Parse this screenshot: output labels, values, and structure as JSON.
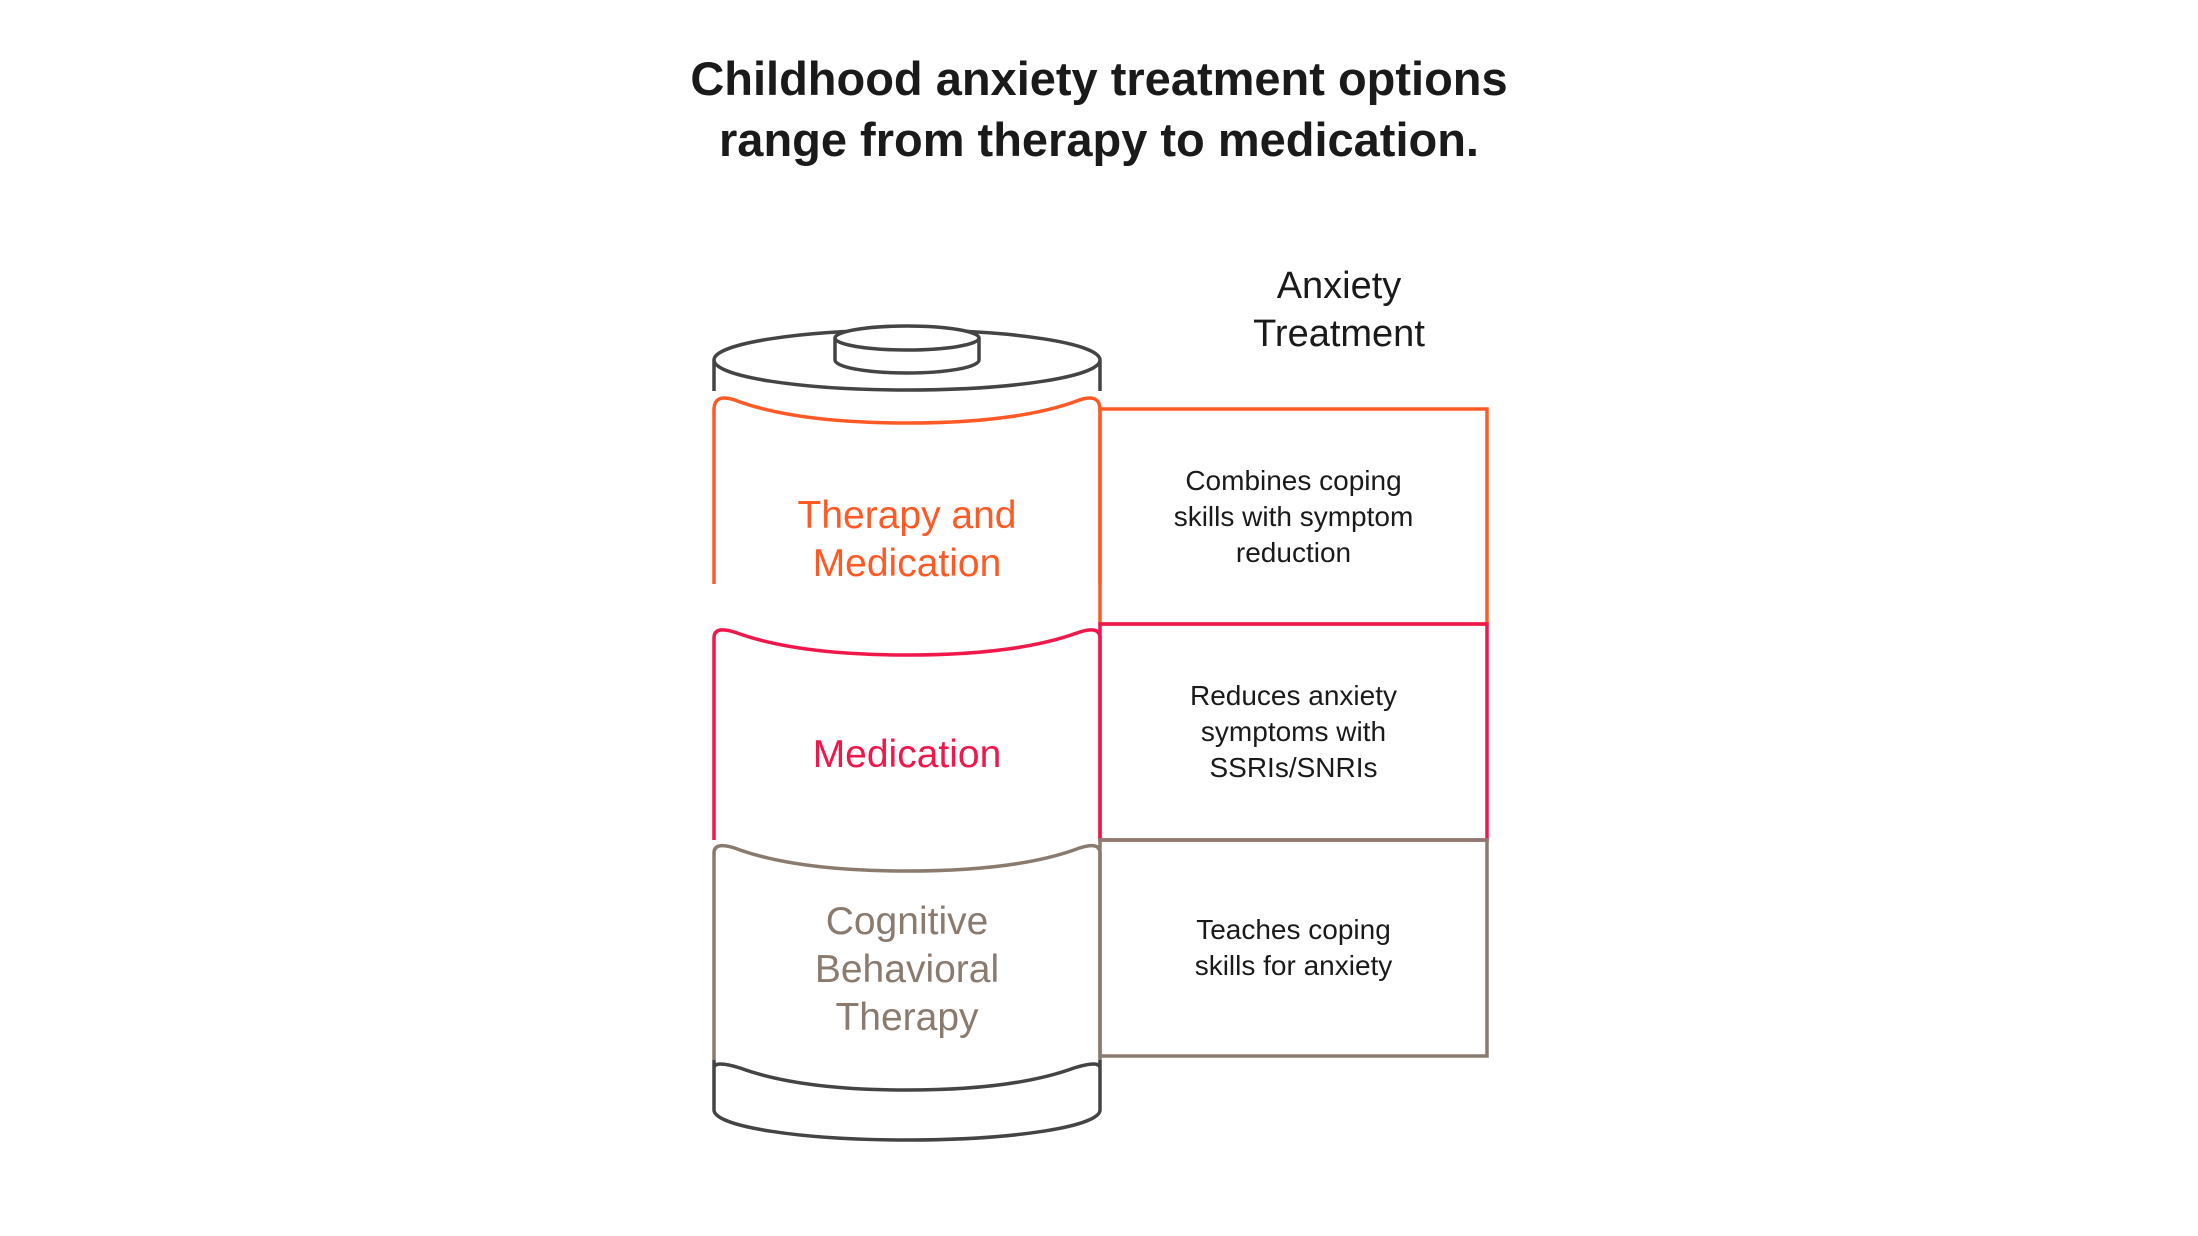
{
  "title": {
    "line1": "Childhood anxiety treatment options",
    "line2": "range from therapy to medication."
  },
  "heading": {
    "line1": "Anxiety",
    "line2": "Treatment"
  },
  "colors": {
    "outline": "#444444",
    "therapy_medication": "#FF5A26",
    "medication": "#F0174A",
    "cbt": "#8A7B6E"
  },
  "segments": [
    {
      "label_line1": "Therapy and",
      "label_line2": "Medication",
      "desc_line1": "Combines coping",
      "desc_line2": "skills with symptom",
      "desc_line3": "reduction"
    },
    {
      "label_line1": "Medication",
      "desc_line1": "Reduces anxiety",
      "desc_line2": "symptoms with",
      "desc_line3": "SSRIs/SNRIs"
    },
    {
      "label_line1": "Cognitive",
      "label_line2": "Behavioral",
      "label_line3": "Therapy",
      "desc_line1": "Teaches coping",
      "desc_line2": "skills for anxiety"
    }
  ]
}
